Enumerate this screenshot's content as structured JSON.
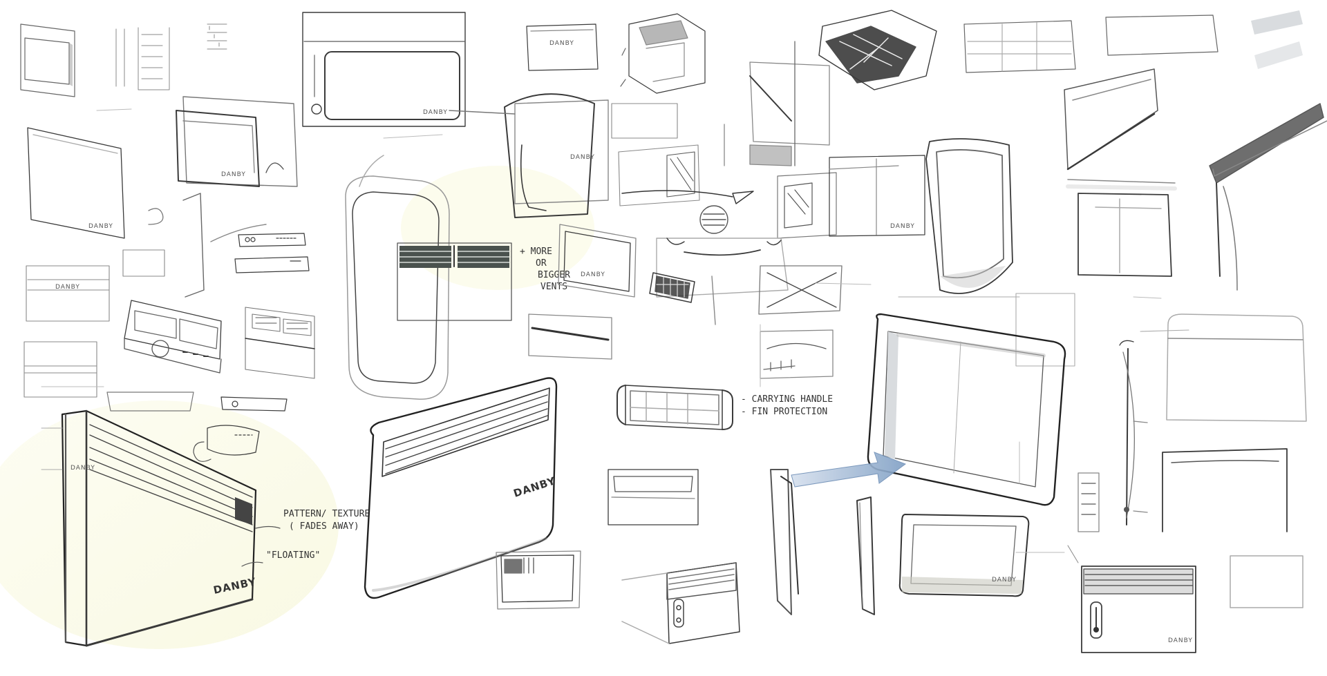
{
  "brand": "DANBY",
  "annotations": {
    "more_vents": [
      "+ MORE",
      "OR",
      "BIGGER",
      "VENTS"
    ],
    "carrying_handle": "- CARRYING HANDLE",
    "fin_protection": "- FIN PROTECTION",
    "pattern_texture": [
      "PATTERN/ TEXTURE",
      "( FADES AWAY)"
    ],
    "floating": "\"FLOATING\""
  },
  "colors": {
    "ink": "#3a3a3a",
    "light_ink": "#9a9a9a",
    "marker_grey": "#d9dcdf",
    "marker_dark": "#4a524e",
    "accent_blue": "#7f9fc4",
    "paper_tint": "#fbfbe9"
  }
}
